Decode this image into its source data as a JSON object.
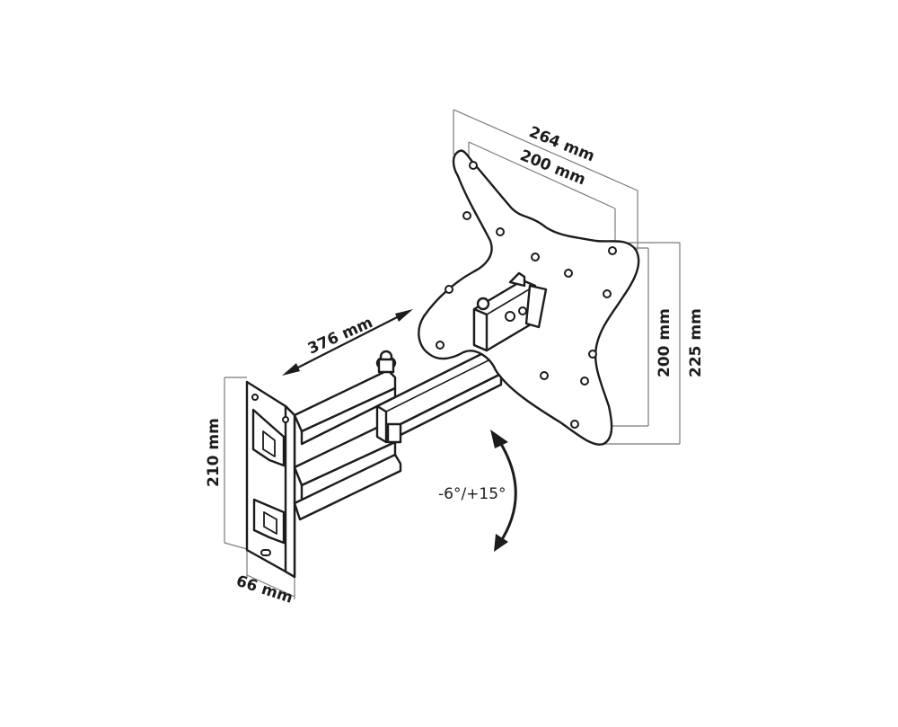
{
  "dimensions": {
    "plate_outer_width": "264 mm",
    "plate_hole_width": "200 mm",
    "plate_hole_height": "200 mm",
    "plate_outer_height": "225 mm",
    "arm_extension": "376 mm",
    "wall_plate_height": "210 mm",
    "wall_plate_depth": "66 mm",
    "tilt_range": "-6°/+15°"
  },
  "colors": {
    "line": "#1c1c1c",
    "dimension_line": "#7a7a7a",
    "background": "#ffffff"
  }
}
